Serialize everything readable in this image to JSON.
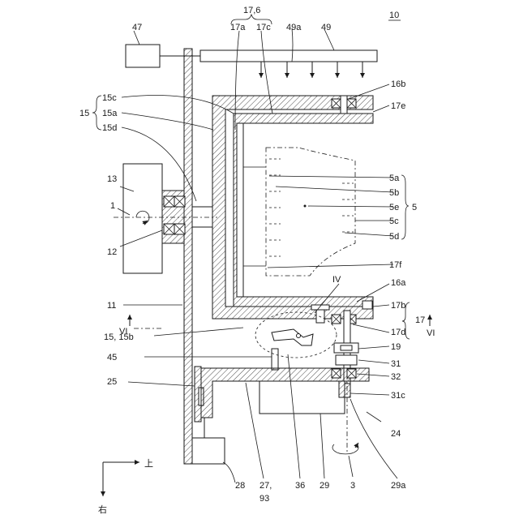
{
  "figure_number": "10",
  "labels": {
    "l47": "47",
    "l49": "49",
    "l49a": "49a",
    "l17_6": "17,6",
    "l17a": "17a",
    "l17c": "17c",
    "l16b": "16b",
    "l17e": "17e",
    "l15c": "15c",
    "l15": "15",
    "l15a": "15a",
    "l15d": "15d",
    "l13": "13",
    "l1": "1",
    "l12": "12",
    "l5a": "5a",
    "l5b": "5b",
    "l5e": "5e",
    "l5": "5",
    "l5c": "5c",
    "l5d": "5d",
    "l17f": "17f",
    "lIV": "IV",
    "l16a": "16a",
    "l11": "11",
    "l17b": "17b",
    "l17": "17",
    "lVI_left": "VI",
    "lVI_right": "VI",
    "l15_15b": "15, 15b",
    "l17d": "17d",
    "l19": "19",
    "l45": "45",
    "l31": "31",
    "l25": "25",
    "l32": "32",
    "l31c": "31c",
    "l24": "24",
    "l28": "28",
    "l27_93_a": "27,",
    "l27_93_b": "93",
    "l36": "36",
    "l29": "29",
    "l3": "3",
    "l29a": "29a"
  },
  "orientation": {
    "up": "上",
    "right": "右"
  }
}
